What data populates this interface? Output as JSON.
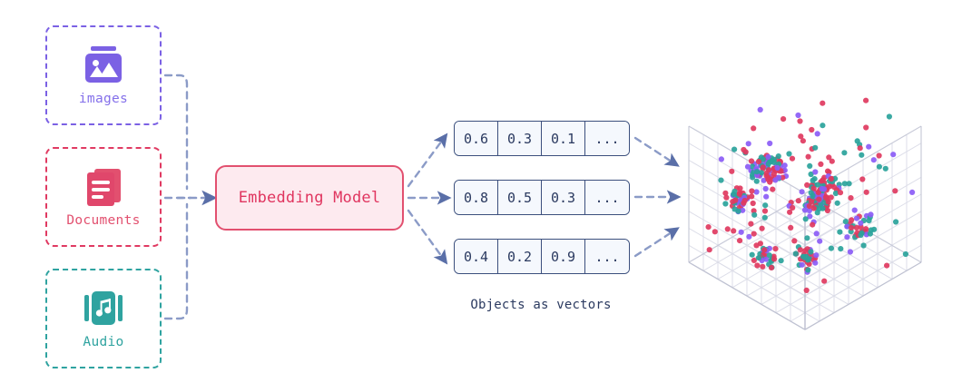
{
  "diagram": {
    "title": "Objects as vectors embedding pipeline",
    "background": "#ffffff"
  },
  "sources": [
    {
      "id": "images",
      "label": "images",
      "icon": "image-icon",
      "color": "#7b61e4",
      "label_color": "#8470ea"
    },
    {
      "id": "documents",
      "label": "Documents",
      "icon": "documents-icon",
      "color": "#e0476b",
      "label_color": "#e2506f"
    },
    {
      "id": "audio",
      "label": "Audio",
      "icon": "audio-icon",
      "color": "#2fa3a0",
      "label_color": "#2fa3a0"
    }
  ],
  "model": {
    "label": "Embedding Model",
    "border_color": "#e2506f",
    "fill_color": "#fdeaef",
    "text_color": "#e0355f"
  },
  "vectors": {
    "caption": "Objects as vectors",
    "border_color": "#3b4f7d",
    "text_color": "#2b3a60",
    "rows": [
      {
        "cells": [
          "0.6",
          "0.3",
          "0.1",
          "..."
        ]
      },
      {
        "cells": [
          "0.8",
          "0.5",
          "0.3",
          "..."
        ]
      },
      {
        "cells": [
          "0.4",
          "0.2",
          "0.9",
          "..."
        ]
      }
    ]
  },
  "arrows": {
    "color": "#5a6fa8",
    "style": "dashed",
    "left_group_label": "sources-to-model",
    "right_group_label": "model-to-vectors",
    "far_right_group_label": "vectors-to-vector-space"
  },
  "vector_space": {
    "label": "3d-vector-space",
    "grid_color": "#dcdde8",
    "edge_color": "#b9bccd",
    "point_colors": [
      "#e03a5f",
      "#2aa39b",
      "#8b5cf6"
    ],
    "point_count": 420
  }
}
